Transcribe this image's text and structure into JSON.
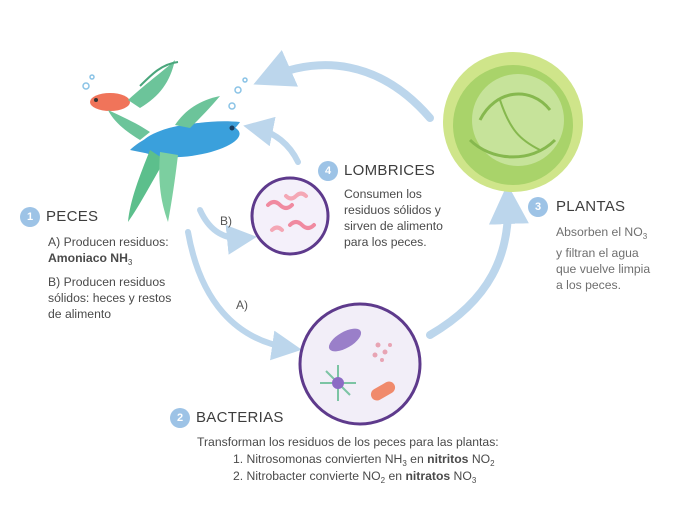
{
  "steps": {
    "peces": {
      "number": "1",
      "title": "PECES",
      "line_a_1": "A) Producen residuos:",
      "line_a_2": "Amoniaco NH",
      "line_a_2_sub": "3",
      "line_b_1": "B) Producen residuos",
      "line_b_2": "sólidos: heces y restos",
      "line_b_3": "de alimento"
    },
    "bacterias": {
      "number": "2",
      "title": "BACTERIAS",
      "intro": "Transforman los residuos de los peces para las plantas:",
      "item1_a": "1. Nitrosomonas convierten NH",
      "item1_sub": "3",
      "item1_b": " en ",
      "item1_bold": "nitritos",
      "item1_c": " NO",
      "item1_c_sub": "2",
      "item2_a": "2. Nitrobacter convierte NO",
      "item2_sub": "2",
      "item2_b": " en ",
      "item2_bold": "nitratos",
      "item2_c": " NO",
      "item2_c_sub": "3"
    },
    "plantas": {
      "number": "3",
      "title": "PLANTAS",
      "line1": "Absorben el NO",
      "line1_sub": "3",
      "line2": "y filtran el agua",
      "line3": "que vuelve limpia",
      "line4": "a los peces."
    },
    "lombrices": {
      "number": "4",
      "title": "LOMBRICES",
      "line1": "Consumen los",
      "line2": "residuos sólidos y",
      "line3": "sirven de alimento",
      "line4": "para los peces."
    }
  },
  "arrow_labels": {
    "a": "A)",
    "b": "B)"
  },
  "colors": {
    "arrow": "#bcd6ec",
    "badge": "#9dc3e6",
    "circle_border": "#5e3a8c",
    "lettuce": "#9ccc5a"
  },
  "icons": [
    "fish-icon",
    "betta-fish-icon",
    "lettuce-icon",
    "worms-icon",
    "bacteria-icon"
  ]
}
